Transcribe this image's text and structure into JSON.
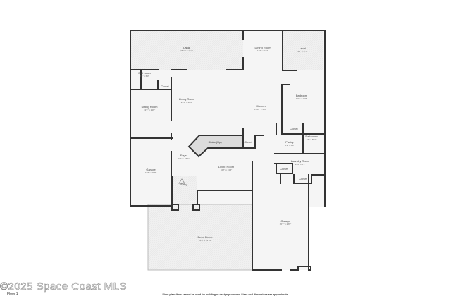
{
  "rooms": {
    "lanai_left": {
      "name": "Lanai",
      "dim": "36'11\" x 11'3\""
    },
    "dining": {
      "name": "Dining Room",
      "dim": "11'7\" x 12'7\""
    },
    "lanai_right": {
      "name": "Lanai",
      "dim": "11'5\" x 17'8\""
    },
    "bathroom_left": {
      "name": "Bathroom",
      "dim": "8'1\" x 6'3\""
    },
    "closet_left": {
      "name": "Closet"
    },
    "living_main": {
      "name": "Living Room",
      "dim": "21'8\" x 20'8\""
    },
    "kitchen": {
      "name": "Kitchen",
      "dim": "17'11\" x 16'8\""
    },
    "bedroom": {
      "name": "Bedroom",
      "dim": "11'6\" x 16'8\""
    },
    "sitting": {
      "name": "Sitting Room",
      "dim": "13'3\" x 14'8\""
    },
    "closet_bed": {
      "name": "Closet"
    },
    "bathroom_right": {
      "name": "Bathroom",
      "dim": "5'8\" x 8'11\""
    },
    "pantry": {
      "name": "Pantry",
      "dim": "8'2\" x 5'9\""
    },
    "stairs": {
      "name": "Stairs (Up)"
    },
    "closet_stairs": {
      "name": "Closet"
    },
    "foyer": {
      "name": "Foyer",
      "dim": "7'11\" x 18'11\""
    },
    "garage_left": {
      "name": "Garage",
      "dim": "13'6\" x 28'5\""
    },
    "living_front": {
      "name": "Living Room",
      "dim": "16'7\" x 13'6\""
    },
    "laundry": {
      "name": "Laundry Room",
      "dim": "13'8\" x 6'3\""
    },
    "closet_laundry": {
      "name": "Closet"
    },
    "closet_laundry2": {
      "name": "Closet"
    },
    "entry": {
      "name": "Entry"
    },
    "garage_right": {
      "name": "Garage",
      "dim": "20'7\" x 28'8\""
    },
    "porch": {
      "name": "Front Porch",
      "dim": "33'8\" x 14'11\""
    }
  },
  "watermark": "©2025 Space Coast MLS",
  "floor_label": "Floor 1",
  "disclaimer": "Floor plans/tour cannot be used for building or design purposes. Sizes and dimensions are approximate.",
  "colors": {
    "wall": "#333333",
    "floor": "#f4f4f4",
    "outdoor": "#eeeeee",
    "stairs": "#dddddd"
  }
}
